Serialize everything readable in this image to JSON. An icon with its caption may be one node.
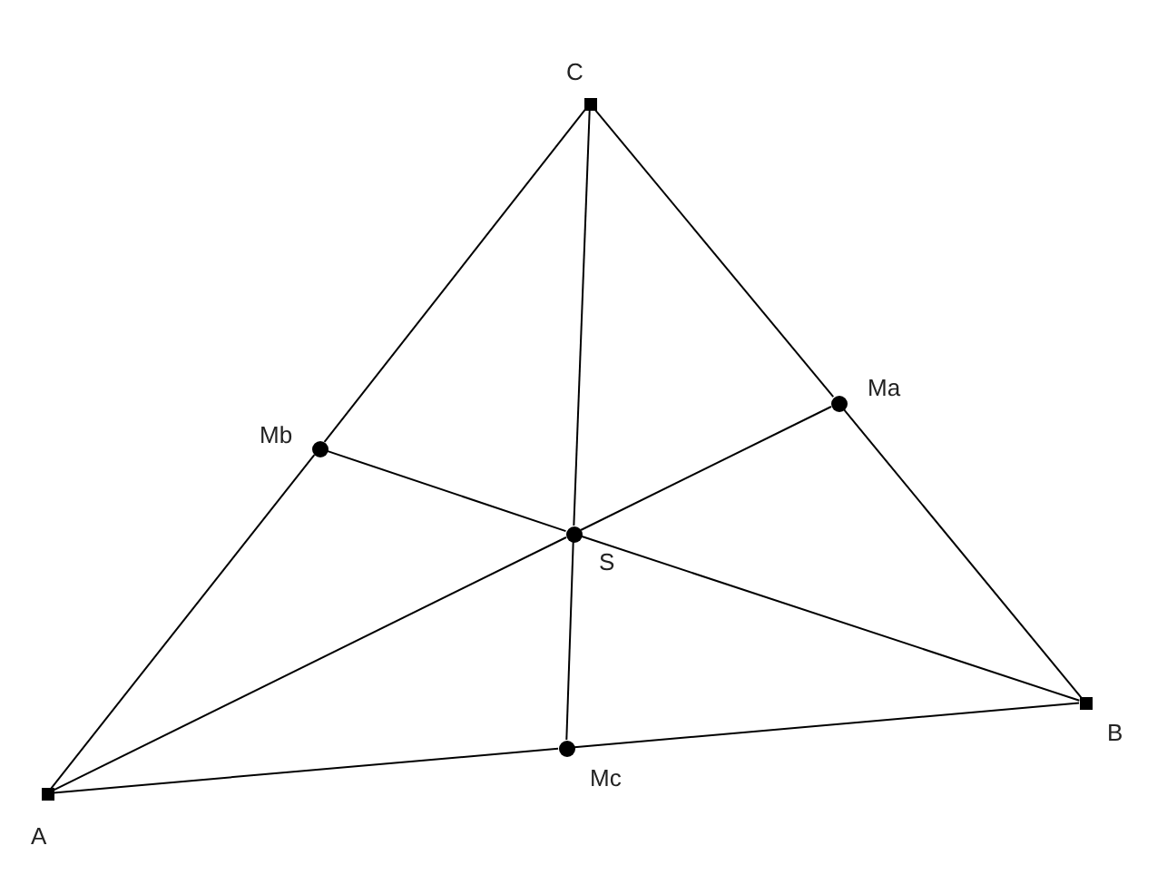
{
  "diagram": {
    "nodes": [
      {
        "text": [],
        "shape": "box",
        "beside": [
          "C"
        ]
      },
      {
        "text": [],
        "shape": "circle",
        "beside": [
          "Ma"
        ]
      },
      {
        "text": [],
        "shape": "circle",
        "beside": [
          "Mb"
        ]
      },
      {
        "text": [],
        "shape": "circle",
        "beside": [
          "S"
        ]
      },
      {
        "text": [],
        "shape": "box",
        "beside": [
          "B"
        ]
      },
      {
        "text": [],
        "shape": "circle",
        "beside": [
          "Mc"
        ]
      },
      {
        "text": [],
        "shape": "box",
        "beside": [
          "A"
        ]
      }
    ],
    "edges": [
      {
        "from": 0,
        "to": 1,
        "arrow": "none"
      },
      {
        "from": 1,
        "to": 4,
        "arrow": "none"
      },
      {
        "from": 4,
        "to": 5,
        "arrow": "none"
      },
      {
        "from": 5,
        "to": 6,
        "arrow": "none"
      },
      {
        "from": 6,
        "to": 2,
        "arrow": "none"
      },
      {
        "from": 2,
        "to": 0,
        "arrow": "none"
      },
      {
        "from": 0,
        "to": 3,
        "arrow": "none"
      },
      {
        "from": 3,
        "to": 5,
        "arrow": "none"
      },
      {
        "from": 6,
        "to": 3,
        "arrow": "none"
      },
      {
        "from": 3,
        "to": 1,
        "arrow": "none"
      },
      {
        "from": 4,
        "to": 3,
        "arrow": "none"
      },
      {
        "from": 3,
        "to": 2,
        "arrow": "none"
      }
    ]
  }
}
